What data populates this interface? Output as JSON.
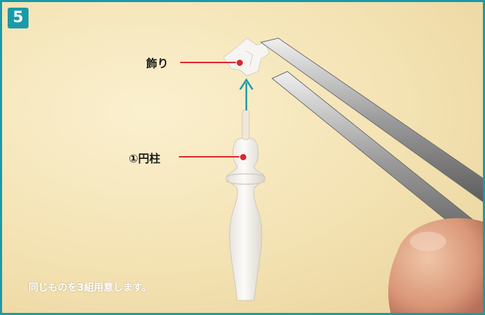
{
  "step": {
    "number": "5"
  },
  "labels": {
    "decoration": "飾り",
    "cylinder": "①円柱"
  },
  "caption": "同じものを3組用意します。",
  "colors": {
    "accent": "#1a9aa8",
    "leader": "#e0242a",
    "arrow": "#1a9aa8"
  }
}
